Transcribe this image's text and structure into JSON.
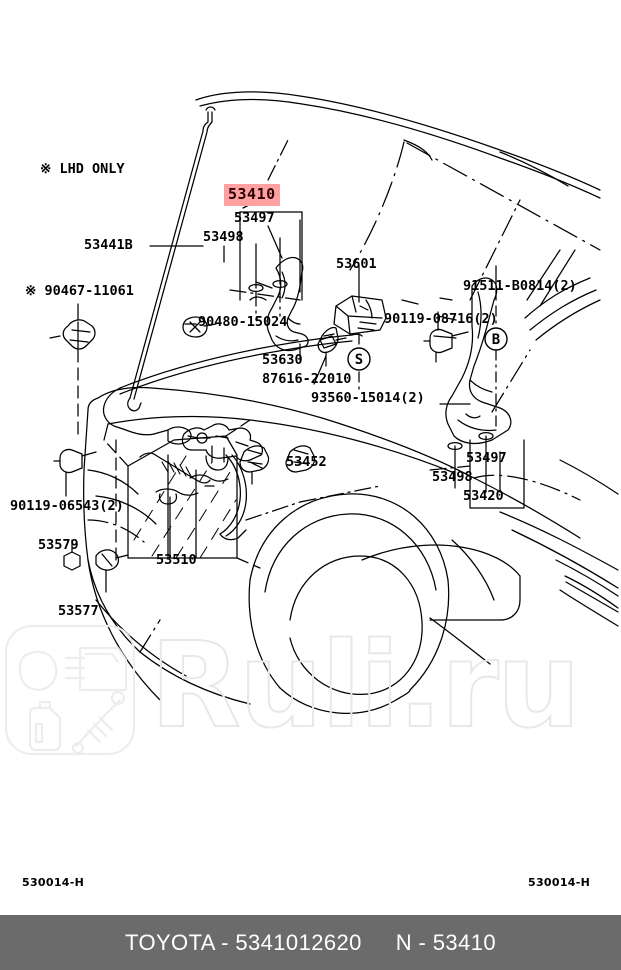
{
  "page": {
    "title": "Toyota parts diagram - hood / bonnet assembly",
    "background": "#ffffff",
    "highlight_color": "#ffa1a1",
    "footer_color": "#6b6b6b"
  },
  "notes": {
    "lhd_only": "※ LHD ONLY"
  },
  "callouts": [
    {
      "id": "53410",
      "text": "53410",
      "highlighted": true
    },
    {
      "id": "53497-top",
      "text": "53497",
      "highlighted": false
    },
    {
      "id": "53498-top",
      "text": "53498",
      "highlighted": false
    },
    {
      "id": "53441B",
      "text": "53441B",
      "highlighted": false
    },
    {
      "id": "90467-11061",
      "text": "※ 90467-11061",
      "highlighted": false
    },
    {
      "id": "90480-15024",
      "text": "90480-15024",
      "highlighted": false
    },
    {
      "id": "53601",
      "text": "53601",
      "highlighted": false
    },
    {
      "id": "53630",
      "text": "53630",
      "highlighted": false
    },
    {
      "id": "87616-22010",
      "text": "87616-22010",
      "highlighted": false
    },
    {
      "id": "93560-15014",
      "text": "93560-15014(2)",
      "highlighted": false
    },
    {
      "id": "90119-08716",
      "text": "90119-08716(2)",
      "highlighted": false
    },
    {
      "id": "91511-B0814",
      "text": "91511-B0814(2)",
      "highlighted": false
    },
    {
      "id": "53497-right",
      "text": "53497",
      "highlighted": false
    },
    {
      "id": "53498-right",
      "text": "53498",
      "highlighted": false
    },
    {
      "id": "53420",
      "text": "53420",
      "highlighted": false
    },
    {
      "id": "53452",
      "text": "53452",
      "highlighted": false
    },
    {
      "id": "90119-06543",
      "text": "90119-06543(2)",
      "highlighted": false
    },
    {
      "id": "53579",
      "text": "53579",
      "highlighted": false
    },
    {
      "id": "53510",
      "text": "53510",
      "highlighted": false
    },
    {
      "id": "53577",
      "text": "53577",
      "highlighted": false
    }
  ],
  "markers": [
    {
      "id": "marker-s",
      "text": "S"
    },
    {
      "id": "marker-b",
      "text": "B"
    }
  ],
  "corner_codes": {
    "left": "530014-H",
    "right": "530014-H"
  },
  "watermark": {
    "text": "Ruli.ru",
    "icons": [
      "headlight-icon",
      "door-panel-icon",
      "oil-bottle-icon",
      "shock-absorber-icon"
    ]
  },
  "footer": {
    "part": "TOYOTA - 5341012620",
    "illustration": "N - 53410"
  }
}
